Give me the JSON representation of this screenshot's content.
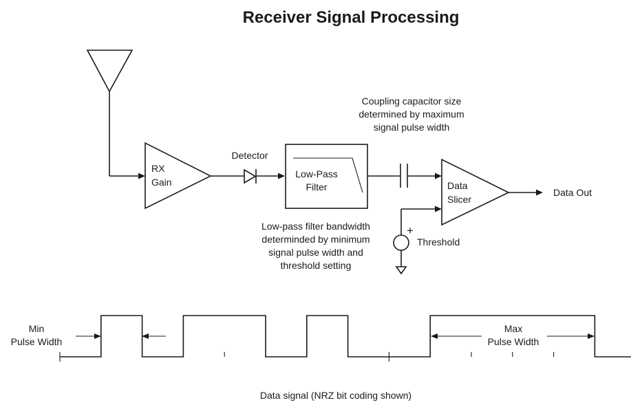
{
  "title": "Receiver Signal Processing",
  "blocks": {
    "rx_gain": [
      "RX",
      "Gain"
    ],
    "detector": "Detector",
    "low_pass_filter": [
      "Low-Pass",
      "Filter"
    ],
    "data_slicer": [
      "Data",
      "Slicer"
    ],
    "data_out": "Data Out",
    "threshold": "Threshold",
    "threshold_polarity": "+"
  },
  "notes": {
    "coupling_capacitor": [
      "Coupling capacitor size",
      "determined by maximum",
      "signal pulse width"
    ],
    "low_pass_bandwidth": [
      "Low-pass filter bandwidth",
      "determinded by minimum",
      "signal pulse width and",
      "threshold setting"
    ]
  },
  "waveform": {
    "min_pulse_width": [
      "Min",
      "Pulse Width"
    ],
    "max_pulse_width": [
      "Max",
      "Pulse Width"
    ],
    "caption": "Data signal (NRZ bit coding shown)",
    "bit_sequence": [
      0,
      1,
      0,
      1,
      1,
      0,
      1,
      0,
      0,
      1,
      1,
      1,
      1,
      0
    ]
  }
}
